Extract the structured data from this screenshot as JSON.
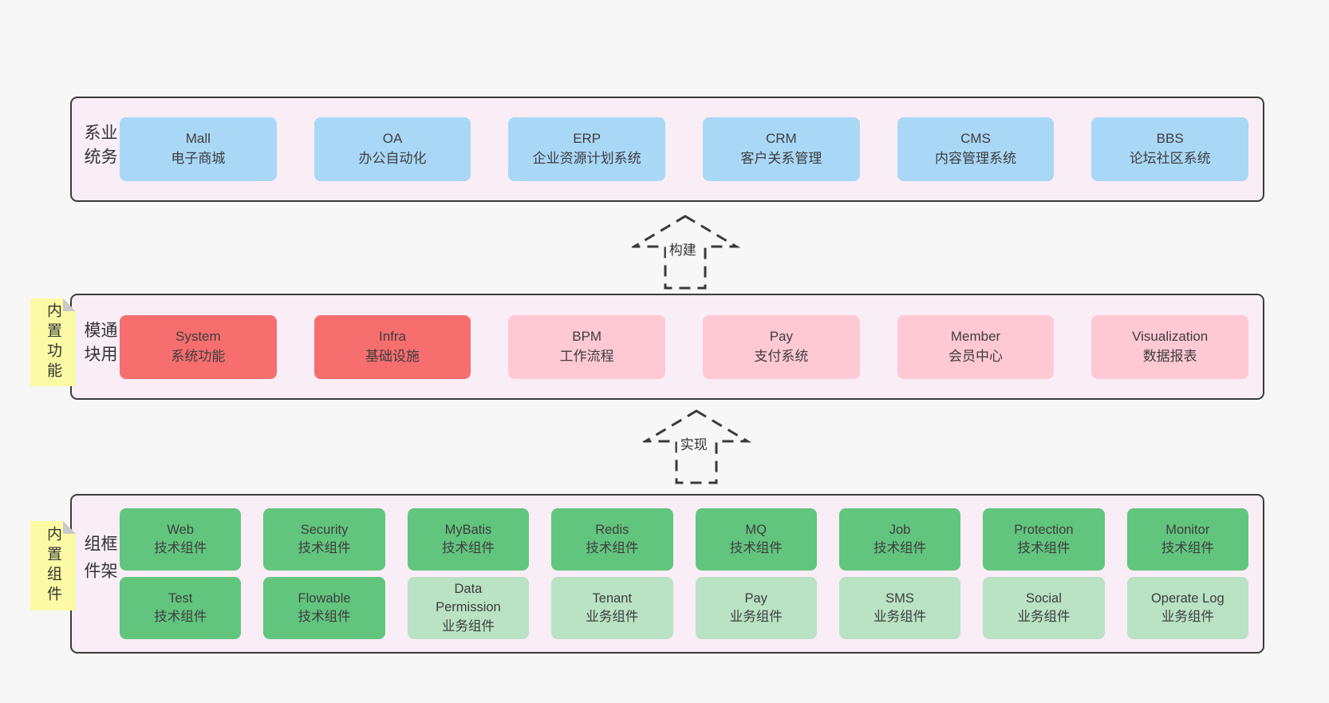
{
  "colors": {
    "page_bg": "#f7f7f7",
    "band_bg": "#f9edf6",
    "band_border": "#3b3b3b",
    "blue": "#a9d8f6",
    "red": "#f76e6e",
    "pink": "#ffc9d3",
    "green": "#62c57d",
    "light_green": "#b9e3c4",
    "note_yellow": "#fbfba5",
    "note_fold_gray": "#c9c9c9",
    "text": "#3d3d3d"
  },
  "arrows": [
    {
      "label": "构建"
    },
    {
      "label": "实现"
    }
  ],
  "bands": [
    {
      "label": "业务系统",
      "boxes": [
        {
          "name": "Mall",
          "sub": "电子商城",
          "variant": "blue"
        },
        {
          "name": "OA",
          "sub": "办公自动化",
          "variant": "blue"
        },
        {
          "name": "ERP",
          "sub": "企业资源计划系统",
          "variant": "blue"
        },
        {
          "name": "CRM",
          "sub": "客户关系管理",
          "variant": "blue"
        },
        {
          "name": "CMS",
          "sub": "内容管理系统",
          "variant": "blue"
        },
        {
          "name": "BBS",
          "sub": "论坛社区系统",
          "variant": "blue"
        }
      ]
    },
    {
      "label": "通用模块",
      "note": "内置功能",
      "boxes": [
        {
          "name": "System",
          "sub": "系统功能",
          "variant": "red"
        },
        {
          "name": "Infra",
          "sub": "基础设施",
          "variant": "red"
        },
        {
          "name": "BPM",
          "sub": "工作流程",
          "variant": "pink"
        },
        {
          "name": "Pay",
          "sub": "支付系统",
          "variant": "pink"
        },
        {
          "name": "Member",
          "sub": "会员中心",
          "variant": "pink"
        },
        {
          "name": "Visualization",
          "sub": "数据报表",
          "variant": "pink"
        }
      ]
    },
    {
      "label": "框架组件",
      "note": "内置组件",
      "rows": [
        [
          {
            "name": "Web",
            "sub": "技术组件",
            "variant": "green"
          },
          {
            "name": "Security",
            "sub": "技术组件",
            "variant": "green"
          },
          {
            "name": "MyBatis",
            "sub": "技术组件",
            "variant": "green"
          },
          {
            "name": "Redis",
            "sub": "技术组件",
            "variant": "green"
          },
          {
            "name": "MQ",
            "sub": "技术组件",
            "variant": "green"
          },
          {
            "name": "Job",
            "sub": "技术组件",
            "variant": "green"
          },
          {
            "name": "Protection",
            "sub": "技术组件",
            "variant": "green"
          },
          {
            "name": "Monitor",
            "sub": "技术组件",
            "variant": "green"
          }
        ],
        [
          {
            "name": "Test",
            "sub": "技术组件",
            "variant": "green"
          },
          {
            "name": "Flowable",
            "sub": "技术组件",
            "variant": "green"
          },
          {
            "name": "Data\nPermission",
            "sub": "业务组件",
            "variant": "lightgreen"
          },
          {
            "name": "Tenant",
            "sub": "业务组件",
            "variant": "lightgreen"
          },
          {
            "name": "Pay",
            "sub": "业务组件",
            "variant": "lightgreen"
          },
          {
            "name": "SMS",
            "sub": "业务组件",
            "variant": "lightgreen"
          },
          {
            "name": "Social",
            "sub": "业务组件",
            "variant": "lightgreen"
          },
          {
            "name": "Operate Log",
            "sub": "业务组件",
            "variant": "lightgreen"
          }
        ]
      ]
    }
  ]
}
